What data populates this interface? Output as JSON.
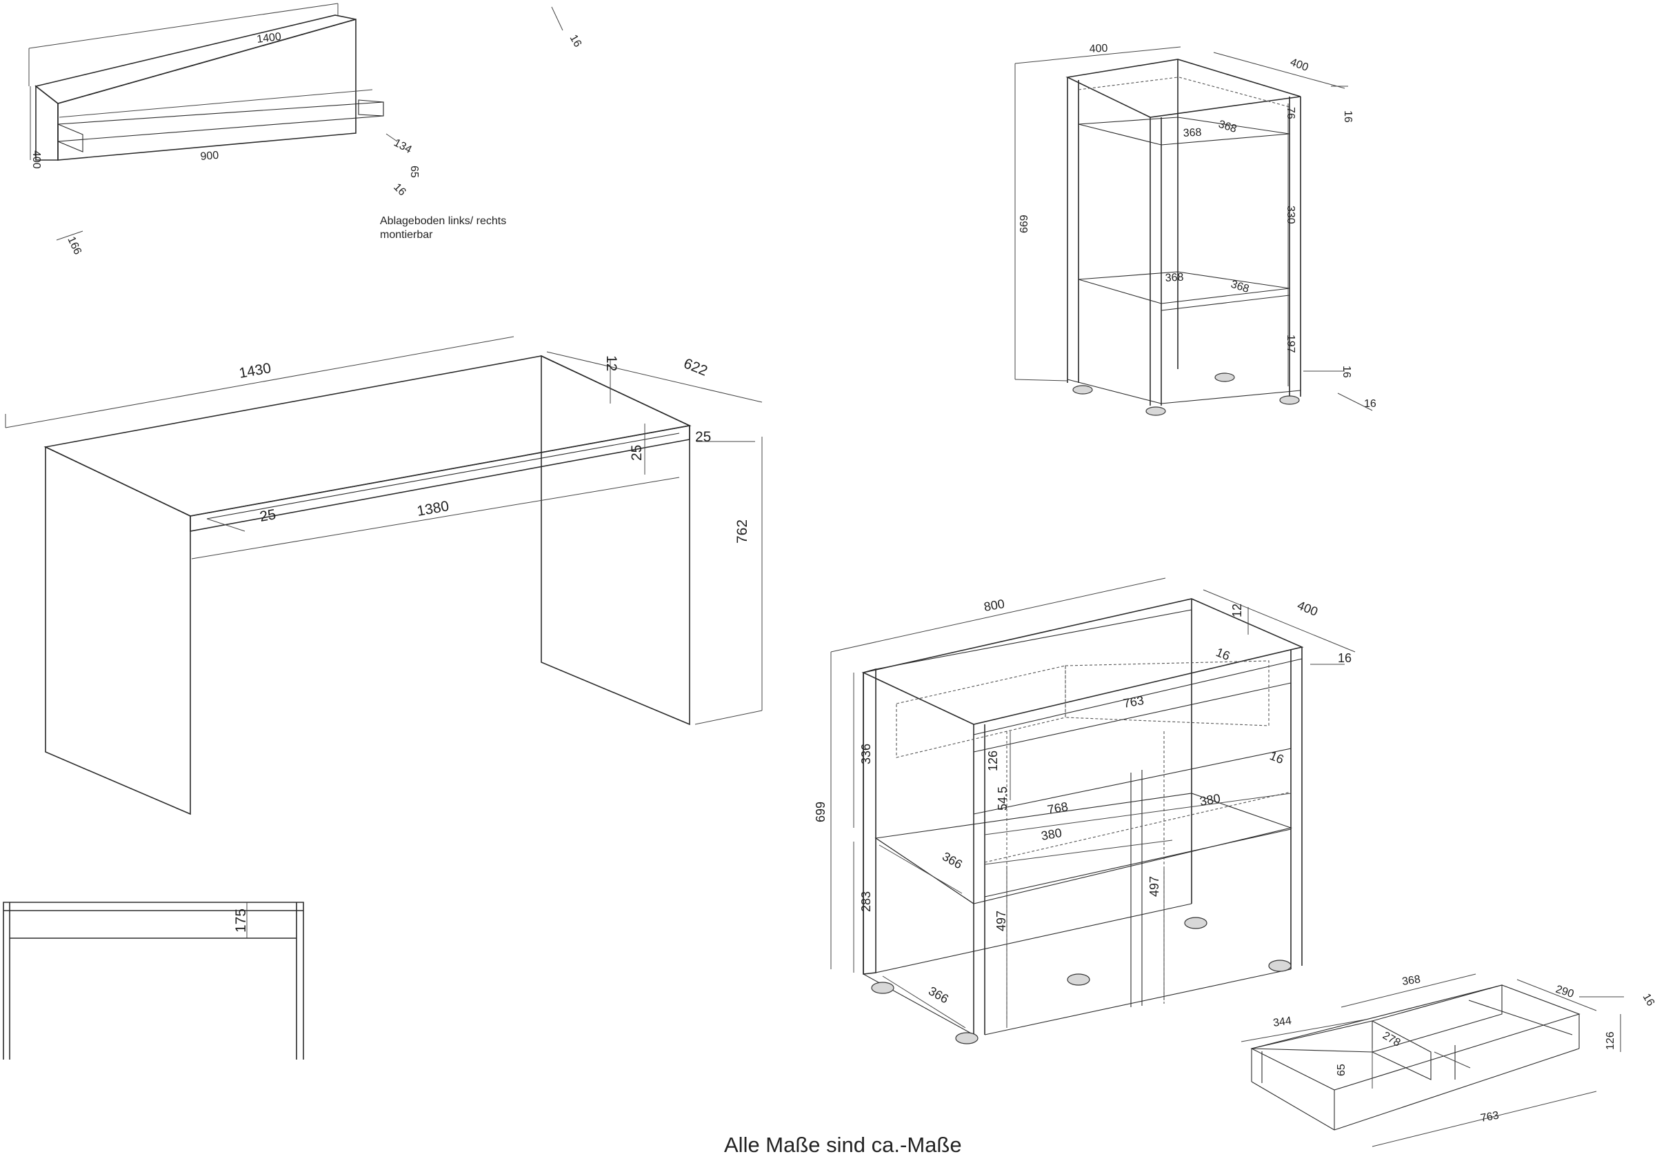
{
  "footer_note": "Alle Maße sind ca.-Maße",
  "shelf_panel": {
    "note_line1": "Ablageboden links/ rechts",
    "note_line2": "montierbar",
    "dims": [
      "1400",
      "16",
      "400",
      "900",
      "134",
      "65",
      "16",
      "166"
    ]
  },
  "desk": {
    "dims": [
      "1430",
      "622",
      "12",
      "25",
      "25",
      "25",
      "1380",
      "762"
    ],
    "side_view_dim": "175"
  },
  "shelf_unit": {
    "dims": [
      "400",
      "400",
      "16",
      "76",
      "368",
      "368",
      "669",
      "330",
      "368",
      "368",
      "197",
      "16",
      "16"
    ]
  },
  "sideboard": {
    "dims": [
      "800",
      "400",
      "12",
      "16",
      "16",
      "763",
      "16",
      "336",
      "699",
      "126",
      "54.5",
      "768",
      "380",
      "380",
      "366",
      "283",
      "497",
      "497",
      "366"
    ]
  },
  "drawer": {
    "dims": [
      "368",
      "290",
      "16",
      "344",
      "65",
      "278",
      "126",
      "763"
    ]
  }
}
